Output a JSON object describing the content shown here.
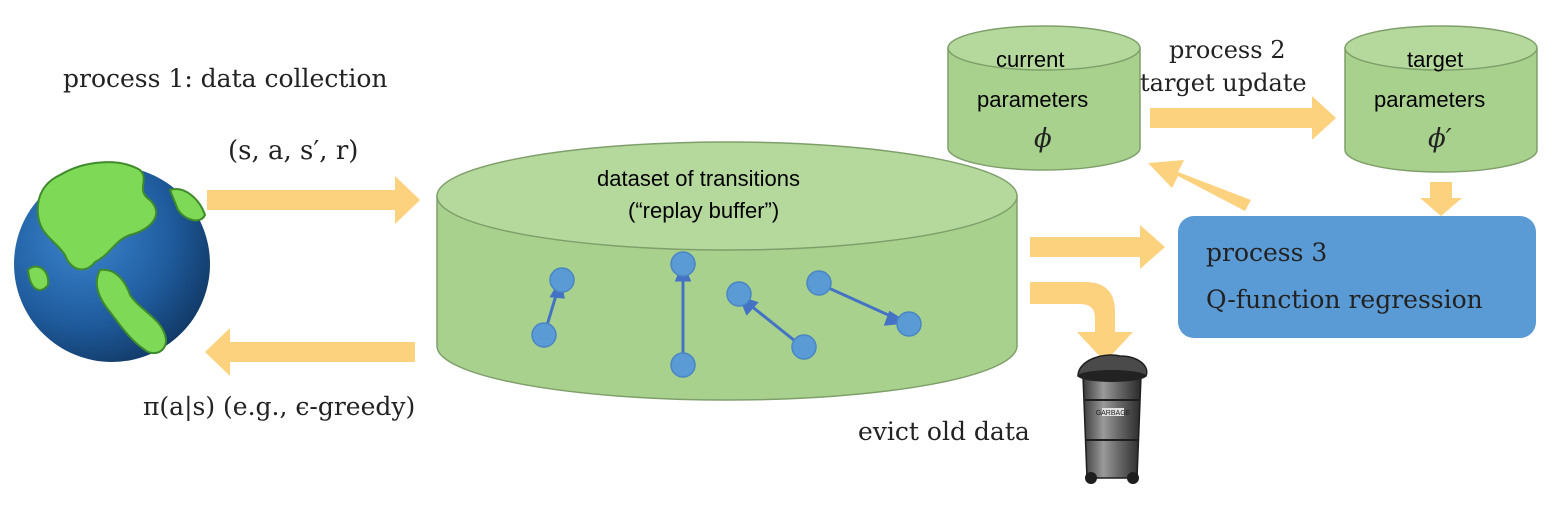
{
  "labels": {
    "process1": "process 1: data collection",
    "transition_tuple": "(s, a, s′, r)",
    "policy": "π(a|s) (e.g., ϵ-greedy)",
    "evict": "evict old data",
    "process2_line1": "process 2",
    "process2_line2": "target update",
    "process3_line1": "process 3",
    "process3_line2": "Q-function regression"
  },
  "cylinders": {
    "buffer_line1": "dataset of transitions",
    "buffer_line2": "(“replay buffer”)",
    "current_line1": "current",
    "current_line2": "parameters",
    "current_symbol": "ϕ",
    "target_line1": "target",
    "target_line2": "parameters",
    "target_symbol": "ϕ′"
  },
  "trash_can": {
    "label": "GARBAGE"
  },
  "colors": {
    "cylinder_fill": "#a9d18e",
    "cylinder_stroke": "#7f9f6a",
    "arrow_fill": "#fdd27f",
    "process3_fill": "#5b9bd5",
    "dot_fill": "#5b9bd5",
    "ocean": "#1e5a9a",
    "land": "#7ed957"
  }
}
